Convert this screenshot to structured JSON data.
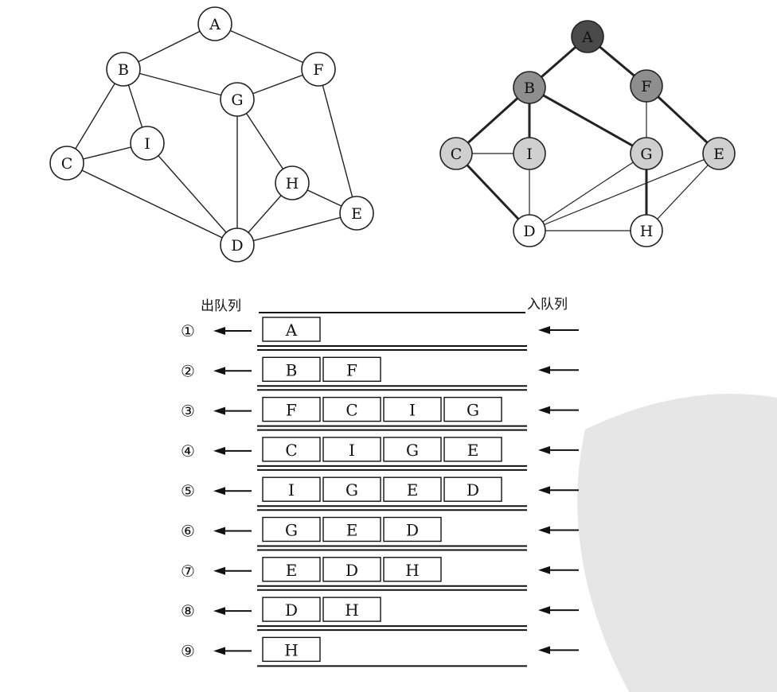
{
  "graph1": {
    "nodes": [
      {
        "id": "A",
        "label": "A"
      },
      {
        "id": "B",
        "label": "B"
      },
      {
        "id": "F",
        "label": "F"
      },
      {
        "id": "G",
        "label": "G"
      },
      {
        "id": "I",
        "label": "I"
      },
      {
        "id": "C",
        "label": "C"
      },
      {
        "id": "H",
        "label": "H"
      },
      {
        "id": "E",
        "label": "E"
      },
      {
        "id": "D",
        "label": "D"
      }
    ],
    "edges": [
      [
        "A",
        "B"
      ],
      [
        "A",
        "F"
      ],
      [
        "B",
        "G"
      ],
      [
        "G",
        "F"
      ],
      [
        "B",
        "I"
      ],
      [
        "B",
        "C"
      ],
      [
        "C",
        "I"
      ],
      [
        "C",
        "D"
      ],
      [
        "I",
        "D"
      ],
      [
        "G",
        "D"
      ],
      [
        "G",
        "H"
      ],
      [
        "H",
        "D"
      ],
      [
        "H",
        "E"
      ],
      [
        "F",
        "E"
      ],
      [
        "D",
        "E"
      ]
    ]
  },
  "graph2": {
    "nodes": [
      {
        "id": "A",
        "label": "A",
        "shade": "dark"
      },
      {
        "id": "B",
        "label": "B",
        "shade": "mid"
      },
      {
        "id": "F",
        "label": "F",
        "shade": "mid"
      },
      {
        "id": "C",
        "label": "C",
        "shade": "light"
      },
      {
        "id": "I",
        "label": "I",
        "shade": "light"
      },
      {
        "id": "G",
        "label": "G",
        "shade": "light"
      },
      {
        "id": "E",
        "label": "E",
        "shade": "light"
      },
      {
        "id": "D",
        "label": "D",
        "shade": "white"
      },
      {
        "id": "H",
        "label": "H",
        "shade": "white"
      }
    ],
    "edges": [
      {
        "from": "A",
        "to": "B",
        "bold": true
      },
      {
        "from": "A",
        "to": "F",
        "bold": true
      },
      {
        "from": "B",
        "to": "C",
        "bold": true
      },
      {
        "from": "B",
        "to": "I",
        "bold": true
      },
      {
        "from": "B",
        "to": "G",
        "bold": true
      },
      {
        "from": "F",
        "to": "E",
        "bold": true
      },
      {
        "from": "C",
        "to": "D",
        "bold": true
      },
      {
        "from": "G",
        "to": "H",
        "bold": true
      },
      {
        "from": "F",
        "to": "G",
        "bold": false
      },
      {
        "from": "C",
        "to": "I",
        "bold": false
      },
      {
        "from": "I",
        "to": "D",
        "bold": false
      },
      {
        "from": "G",
        "to": "D",
        "bold": false
      },
      {
        "from": "E",
        "to": "D",
        "bold": false
      },
      {
        "from": "E",
        "to": "H",
        "bold": false
      },
      {
        "from": "D",
        "to": "H",
        "bold": false
      }
    ]
  },
  "colors": {
    "dark": "#4a4a4a",
    "mid": "#8e8e8e",
    "light": "#cfcfcf",
    "white": "#ffffff",
    "watermark": "#e6e6e6"
  },
  "queue": {
    "dequeue_label": "出队列",
    "enqueue_label": "入队列",
    "rows": [
      {
        "step": "①",
        "items": [
          "A"
        ]
      },
      {
        "step": "②",
        "items": [
          "B",
          "F"
        ]
      },
      {
        "step": "③",
        "items": [
          "F",
          "C",
          "I",
          "G"
        ]
      },
      {
        "step": "④",
        "items": [
          "C",
          "I",
          "G",
          "E"
        ]
      },
      {
        "step": "⑤",
        "items": [
          "I",
          "G",
          "E",
          "D"
        ]
      },
      {
        "step": "⑥",
        "items": [
          "G",
          "E",
          "D"
        ]
      },
      {
        "step": "⑦",
        "items": [
          "E",
          "D",
          "H"
        ]
      },
      {
        "step": "⑧",
        "items": [
          "D",
          "H"
        ]
      },
      {
        "step": "⑨",
        "items": [
          "H"
        ]
      }
    ]
  }
}
